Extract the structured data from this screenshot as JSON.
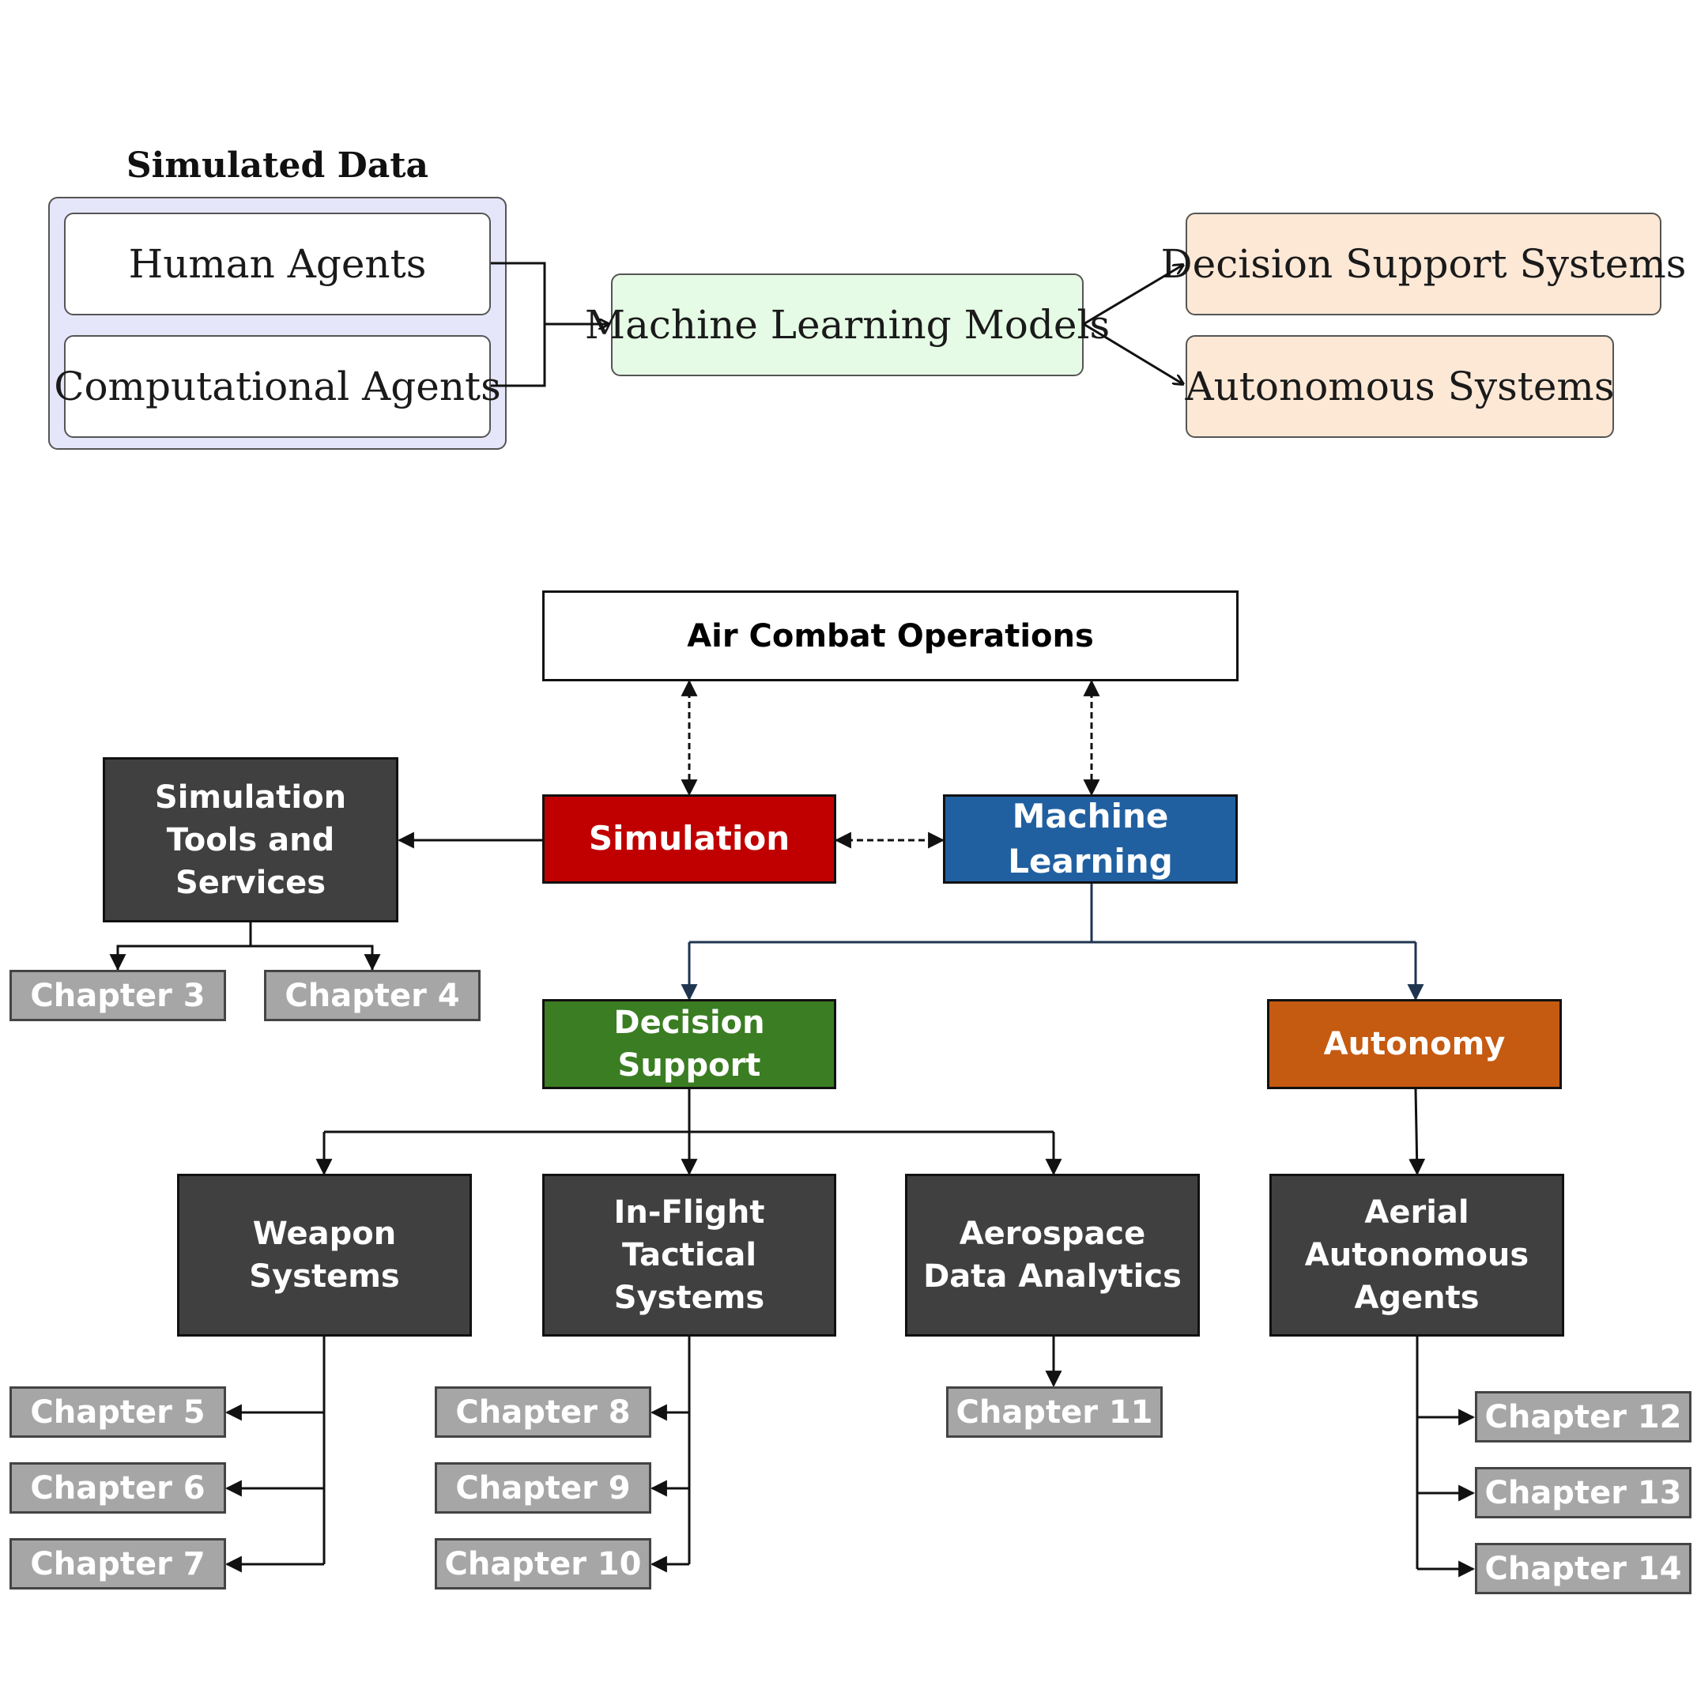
{
  "top": {
    "group_title": "Simulated Data",
    "human_agents": "Human Agents",
    "computational_agents": "Computational Agents",
    "ml_models": "Machine Learning Models",
    "decision_support_systems": "Decision Support Systems",
    "autonomous_systems": "Autonomous Systems"
  },
  "bottom": {
    "air_combat": "Air Combat Operations",
    "simulation": "Simulation",
    "machine_learning": "Machine Learning",
    "sim_tools": "Simulation Tools and Services",
    "decision_support": "Decision Support",
    "autonomy": "Autonomy",
    "weapon_systems": "Weapon Systems",
    "inflight": "In-Flight Tactical Systems",
    "aerospace": "Aerospace Data Analytics",
    "aerial": "Aerial Autonomous Agents",
    "chapters": {
      "c3": "Chapter 3",
      "c4": "Chapter 4",
      "c5": "Chapter 5",
      "c6": "Chapter 6",
      "c7": "Chapter 7",
      "c8": "Chapter 8",
      "c9": "Chapter 9",
      "c10": "Chapter 10",
      "c11": "Chapter 11",
      "c12": "Chapter 12",
      "c13": "Chapter 13",
      "c14": "Chapter 14"
    }
  },
  "colors": {
    "group_fill": "#e6e6fb",
    "ml_fill": "#e5fbe5",
    "output_fill": "#fde8d6",
    "simulation": "#c00000",
    "machine_learning": "#2160a0",
    "decision_support": "#3b7d23",
    "autonomy": "#c55a11",
    "dark_box": "#404040",
    "chapter_box": "#a6a6a6"
  }
}
